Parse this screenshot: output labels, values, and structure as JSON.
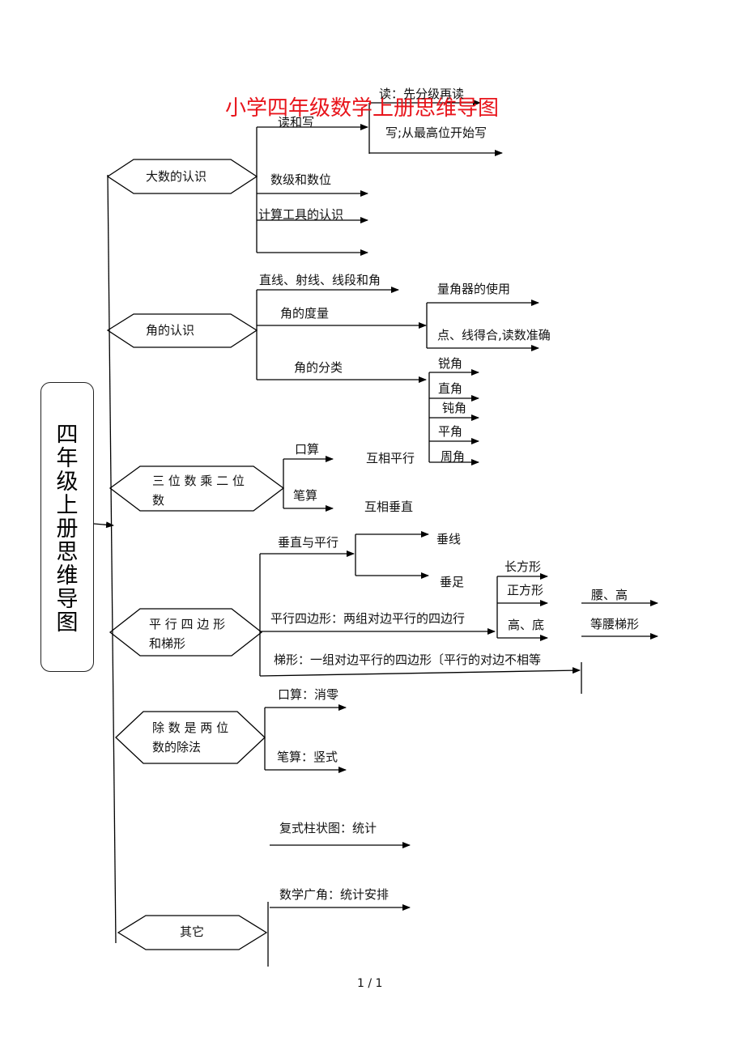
{
  "title": "小学四年级数学上册思维导图",
  "root": "四年级上册思维导图",
  "branches": {
    "b1": {
      "label": "大数的认识",
      "read_write": "读和写",
      "read": "读：先分级再读",
      "write": "写;从最高位开始写",
      "levels": "数级和数位",
      "tools": "计算工具的认识"
    },
    "b2": {
      "label": "角的认识",
      "lines": "直线、射线、线段和角",
      "measure": "角的度量",
      "protractor": "量角器的使用",
      "align": "点、线得合,读数准确",
      "classify": "角的分类",
      "types": [
        "锐角",
        "直角",
        "钝角",
        "平角",
        "周角"
      ]
    },
    "b3": {
      "label_1": "三 位 数 乘 二 位",
      "label_2": "数",
      "oral": "口算",
      "written": "笔算",
      "parallel_each": "互相平行",
      "perp_each": "互相垂直"
    },
    "b4": {
      "label_1": "平 行 四 边 形",
      "label_2": "和梯形",
      "perp_parallel": "垂直与平行",
      "perp_line": "垂线",
      "foot": "垂足",
      "parallelogram": "平行四边形：两组对边平行的四边行",
      "rect": "长方形",
      "square": "正方形",
      "height_base": "高、底",
      "trapezoid": "梯形：一组对边平行的四边形〔平行的对边不相等",
      "waist_height": "腰、高",
      "isosceles": "等腰梯形"
    },
    "b5": {
      "label_1": "除 数 是 两 位",
      "label_2": "数的除法",
      "oral": "口算：消零",
      "written": "笔算：竖式"
    },
    "b6": {
      "label": "其它",
      "bar": "复式柱状图：统计",
      "guang": "数学广角：统计安排"
    }
  },
  "page_number": "1 / 1"
}
